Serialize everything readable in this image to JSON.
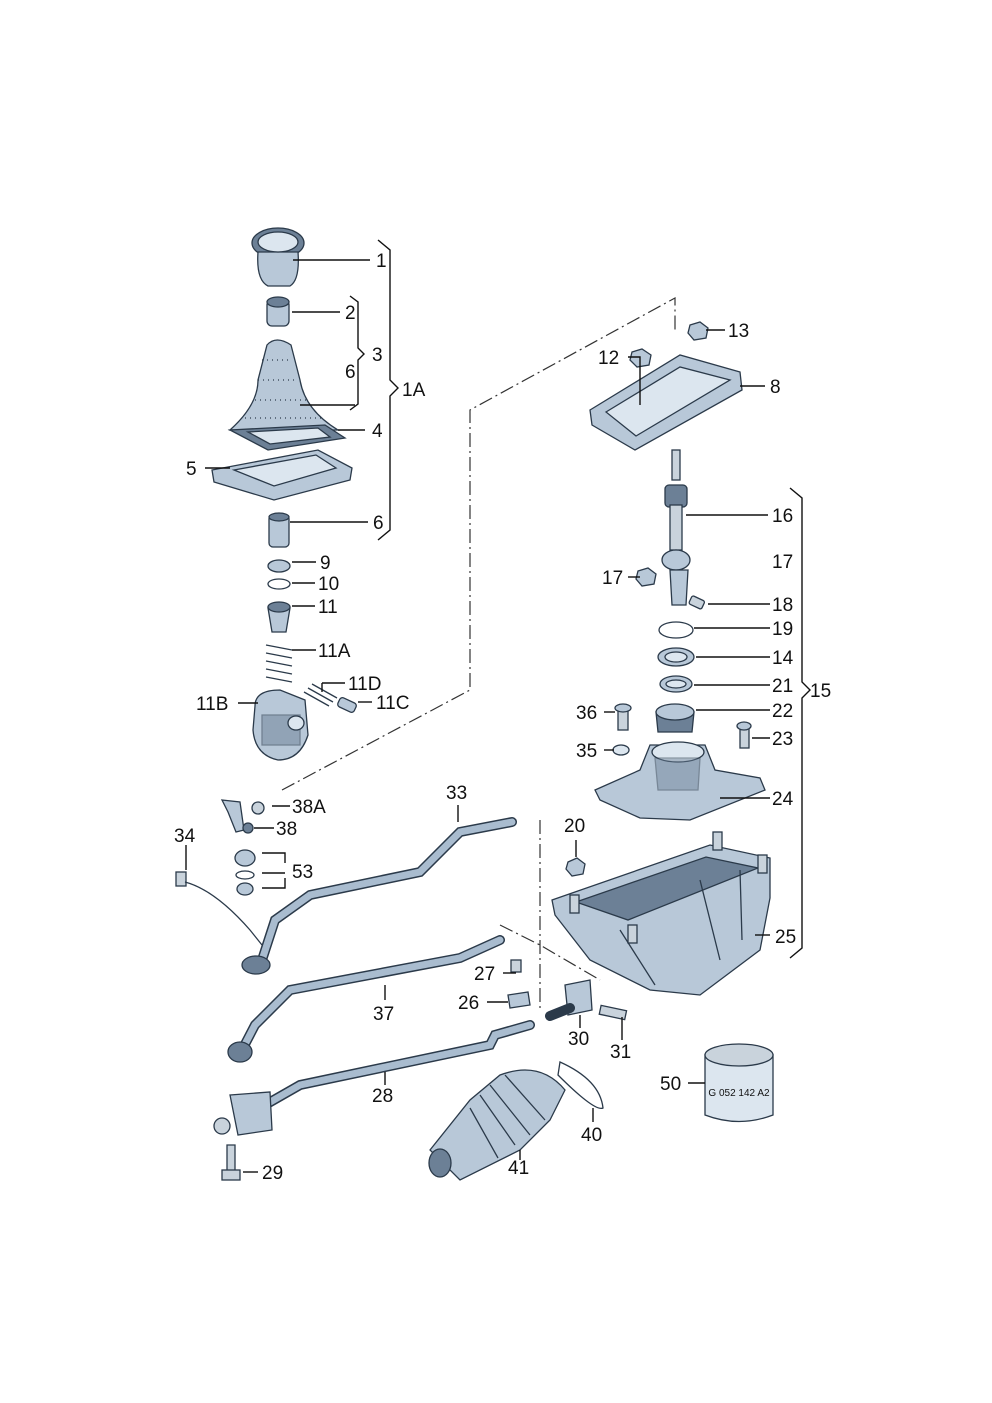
{
  "labels": {
    "l1": "1",
    "l2": "2",
    "l3": "3",
    "l6a": "6",
    "l1A": "1A",
    "l4": "4",
    "l5": "5",
    "l6b": "6",
    "l9": "9",
    "l10": "10",
    "l11": "11",
    "l11A": "11A",
    "l11D": "11D",
    "l11B": "11B",
    "l11C": "11C",
    "l13": "13",
    "l12": "12",
    "l8": "8",
    "l16": "16",
    "l17a": "17",
    "l17b": "17",
    "l18": "18",
    "l19": "19",
    "l14": "14",
    "l21": "21",
    "l15": "15",
    "l36": "36",
    "l22": "22",
    "l23": "23",
    "l35": "35",
    "l24": "24",
    "l38A": "38A",
    "l38": "38",
    "l33": "33",
    "l20": "20",
    "l34": "34",
    "l53": "53",
    "l25": "25",
    "l27": "27",
    "l26": "26",
    "l37": "37",
    "l30": "30",
    "l31": "31",
    "l50": "50",
    "l28": "28",
    "l40": "40",
    "l41": "41",
    "l29": "29"
  },
  "can_text": "G 052 142 A2",
  "colors": {
    "part_fill": "#b8c8d8",
    "part_dark": "#6c8096",
    "outline": "#2b3a4a"
  }
}
